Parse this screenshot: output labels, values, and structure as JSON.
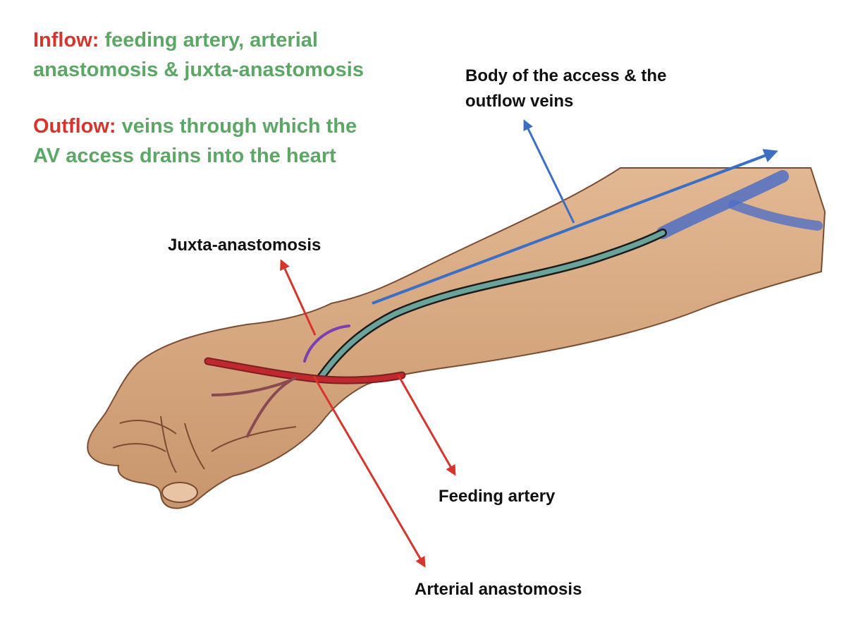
{
  "legend": {
    "inflow": {
      "key": "Inflow:",
      "line1": "feeding artery, arterial",
      "line2": "anastomosis & juxta-anastomosis"
    },
    "outflow": {
      "key": "Outflow:",
      "line1": "veins through which the",
      "line2": "AV access drains into the heart"
    }
  },
  "labels": {
    "body_line1": "Body of the access & the",
    "body_line2": "outflow veins",
    "juxta": "Juxta-anastomosis",
    "feeding": "Feeding artery",
    "arterial": "Arterial anastomosis"
  },
  "colors": {
    "key_red": "#d9342b",
    "legend_green": "#5aa864",
    "skin": "#d4a57e",
    "artery": "#c0282d",
    "vein_blue": "#4f6fc4",
    "fistula_teal": "#6aa39a",
    "arrow_red": "#d9342b",
    "arrow_blue": "#3a6fc4",
    "arc_purple": "#7a3fb0"
  }
}
